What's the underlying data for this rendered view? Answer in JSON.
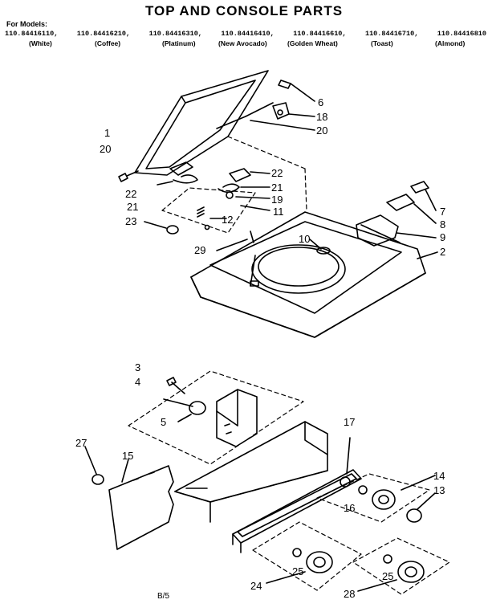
{
  "title": "TOP AND CONSOLE PARTS",
  "models_label": "For Models:",
  "models": [
    {
      "number": "110.84416110,",
      "color": "(White)"
    },
    {
      "number": "110.84416210,",
      "color": "(Coffee)"
    },
    {
      "number": "110.84416310,",
      "color": "(Platinum)"
    },
    {
      "number": "110.84416410,",
      "color": "(New Avocado)"
    },
    {
      "number": "110.84416610,",
      "color": "(Golden Wheat)"
    },
    {
      "number": "110.84416710,",
      "color": "(Toast)"
    },
    {
      "number": "110.84416810",
      "color": "(Almond)"
    }
  ],
  "callouts": [
    "1",
    "20",
    "6",
    "18",
    "20",
    "22",
    "21",
    "19",
    "11",
    "12",
    "23",
    "22",
    "21",
    "7",
    "8",
    "9",
    "2",
    "10",
    "29",
    "3",
    "4",
    "5",
    "17",
    "14",
    "13",
    "16",
    "27",
    "15",
    "24",
    "25",
    "25",
    "28"
  ],
  "footer": "B/5"
}
